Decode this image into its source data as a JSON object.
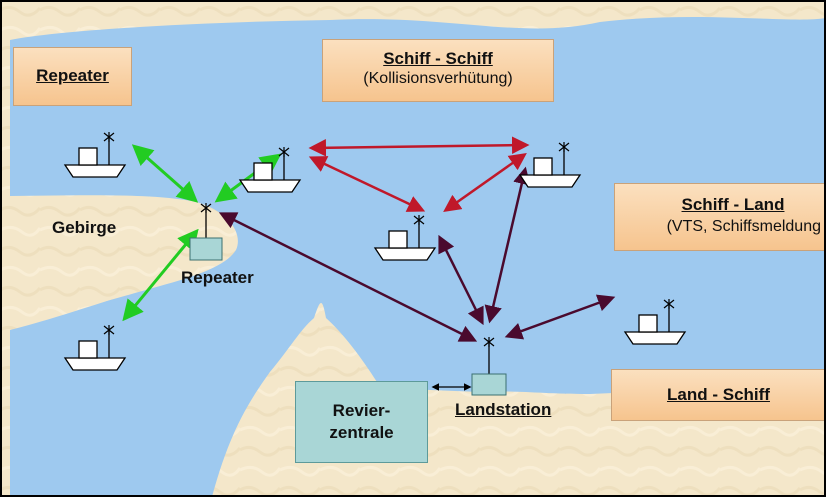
{
  "labels": {
    "repeater_title": "Repeater",
    "schiff_schiff_title": "Schiff - Schiff",
    "schiff_schiff_sub": "(Kollisionsverhütung)",
    "schiff_land_title": "Schiff - Land",
    "schiff_land_sub": "(VTS, Schiffsmeldung",
    "land_schiff_title": "Land - Schiff",
    "gebirge": "Gebirge",
    "repeater_station": "Repeater",
    "landstation": "Landstation",
    "revierzentrale_line1": "Revier-",
    "revierzentrale_line2": "zentrale"
  },
  "colors": {
    "water": "#9ec9ef",
    "land": "#f3e6c8",
    "green_link": "#22cc22",
    "red_link": "#c0182a",
    "purple_link": "#4a0a2e",
    "box_orange": "#f9d3a8",
    "box_teal": "#a9d6d6"
  },
  "icons": [
    "ship-icon",
    "antenna-icon",
    "repeater-station-icon",
    "landstation-icon"
  ]
}
